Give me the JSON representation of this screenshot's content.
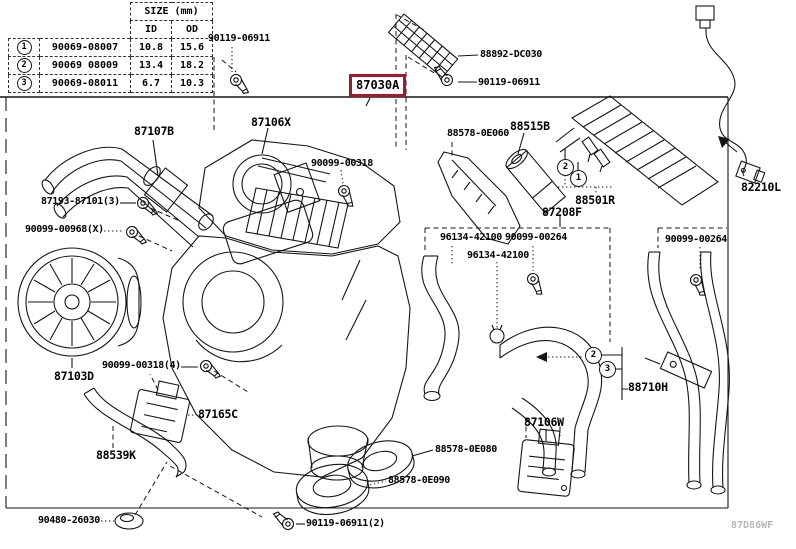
{
  "table": {
    "size_header": "SIZE (mm)",
    "col_id": "ID",
    "col_od": "OD",
    "rows": [
      {
        "num": "1",
        "part": "90069-08007",
        "id_val": "10.8",
        "od_val": "15.6"
      },
      {
        "num": "2",
        "part": "90069 08009",
        "id_val": "13.4",
        "od_val": "18.2"
      },
      {
        "num": "3",
        "part": "90069-08011",
        "id_val": "6.7",
        "od_val": "10.3"
      }
    ]
  },
  "highlight": {
    "part": "87030A",
    "color": "#a01931"
  },
  "watermark": "87D86WF",
  "callouts": [
    {
      "num": "2"
    },
    {
      "num": "1"
    },
    {
      "num": "2"
    },
    {
      "num": "3"
    }
  ],
  "labels": [
    {
      "text": "90119-06911"
    },
    {
      "text": "88892-DC030"
    },
    {
      "text": "90119-06911"
    },
    {
      "text": "87107B"
    },
    {
      "text": "87106X"
    },
    {
      "text": "90099-00318"
    },
    {
      "text": "88578-0E060"
    },
    {
      "text": "88515B"
    },
    {
      "text": "88501R"
    },
    {
      "text": "87208F"
    },
    {
      "text": "82210L"
    },
    {
      "text": "87193-87101(3)"
    },
    {
      "text": "90099-00968(X)"
    },
    {
      "text": "96134-42100"
    },
    {
      "text": "90099-00264"
    },
    {
      "text": "96134-42100"
    },
    {
      "text": "90099-00264"
    },
    {
      "text": "87103D"
    },
    {
      "text": "90099-00318(4)"
    },
    {
      "text": "87165C"
    },
    {
      "text": "88539K"
    },
    {
      "text": "88710H"
    },
    {
      "text": "87106W"
    },
    {
      "text": "88578-0E080"
    },
    {
      "text": "88578-0E090"
    },
    {
      "text": "90480-26030"
    },
    {
      "text": "90119-06911(2)"
    }
  ]
}
